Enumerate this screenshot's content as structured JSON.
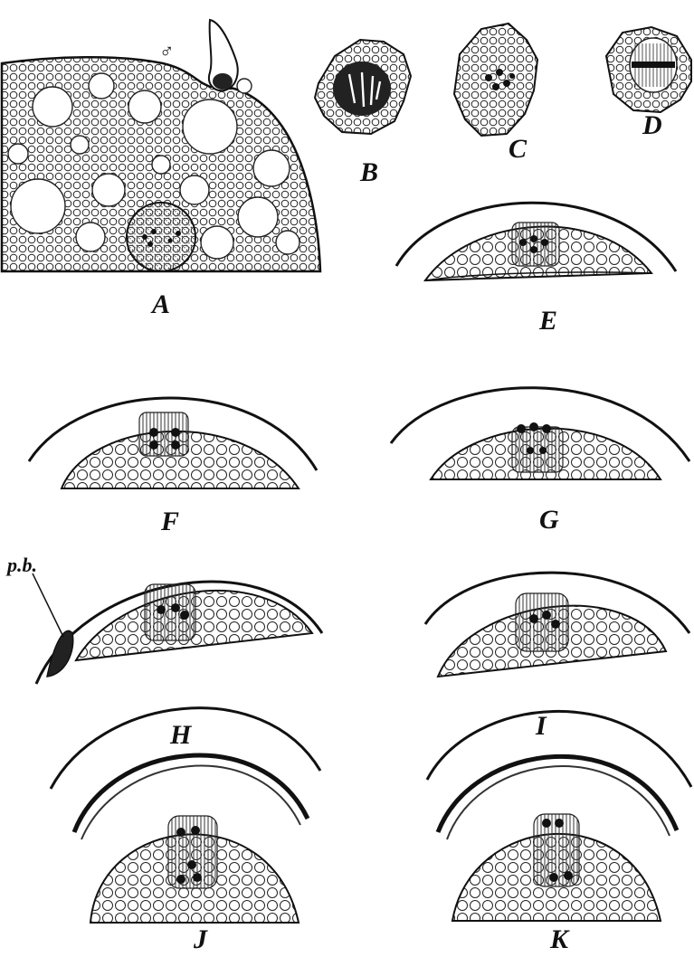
{
  "figure": {
    "labels": {
      "A": "A",
      "B": "B",
      "C": "C",
      "D": "D",
      "E": "E",
      "F": "F",
      "G": "G",
      "H": "H",
      "I": "I",
      "J": "J",
      "K": "K"
    },
    "male_symbol": "♂",
    "polar_body_label": "p.b."
  }
}
